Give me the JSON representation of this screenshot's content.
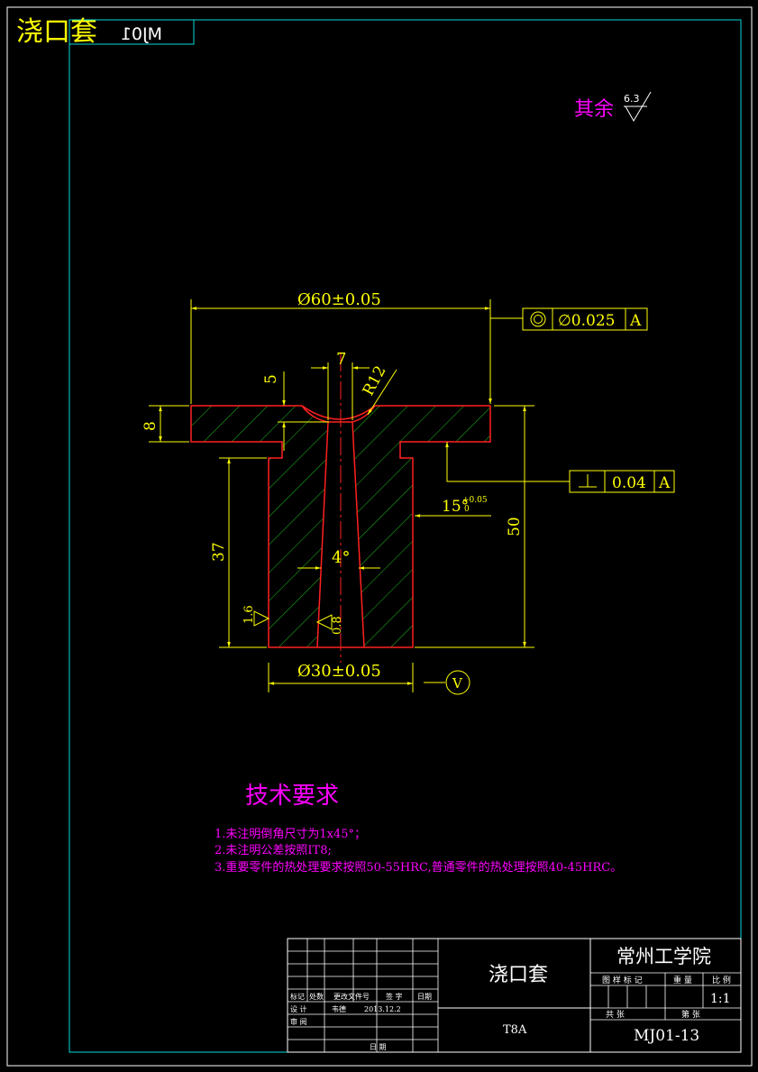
{
  "title_stamp": {
    "part_name": "浇口套",
    "code_mirrored": "MJ01"
  },
  "roughness_note": {
    "label": "其余",
    "value": "6.3"
  },
  "dimensions": {
    "top_diameter": "Ø60±0.05",
    "bottom_diameter": "Ø30±0.05",
    "bore_width": "7",
    "recess_depth": "5",
    "radius": "R12",
    "flange_thickness": "8",
    "stem_height": "37",
    "total_height": "50",
    "taper_angle": "4°",
    "chamfer_angle": "15°",
    "chamfer_tol_upper": "+0.05",
    "chamfer_tol_lower": "0",
    "roughness_outer": "1.6",
    "roughness_bore": "0.8"
  },
  "tolerance_frames": {
    "concentricity": {
      "value": "∅0.025",
      "datum": "A"
    },
    "perpendicularity": {
      "value": "0.04",
      "datum": "A"
    }
  },
  "view_marker": "V",
  "tech_requirements": {
    "heading": "技术要求",
    "items": [
      "1.未注明倒角尺寸为1x45°；",
      "2.未注明公差按照IT8;",
      "3.重要零件的热处理要求按照50-55HRC,普通零件的热处理按照40-45HRC。"
    ]
  },
  "title_block": {
    "part_name": "浇口套",
    "school": "常州工学院",
    "material": "T8A",
    "scale_value": "1:1",
    "drawing_no": "MJ01-13",
    "headers": {
      "stage_mark": "图 样 标 记",
      "weight": "重 量",
      "scale": "比 例",
      "sheet": "共    张",
      "of_sheet": "第    张"
    },
    "rev_headers": [
      "标记",
      "处数",
      "更改文件号",
      "签 字",
      "日期"
    ],
    "design_label": "设 计",
    "designer": "韦德",
    "design_date": "2013.12.2",
    "review_label": "审 阅",
    "date_label": "日 期"
  },
  "colors": {
    "background": "#000000",
    "frame": "#00d8d8",
    "dimension": "#ffff00",
    "part_outline": "#ff2020",
    "hatch": "#20c020",
    "magenta_text": "#ff00ff",
    "white": "#ffffff"
  }
}
